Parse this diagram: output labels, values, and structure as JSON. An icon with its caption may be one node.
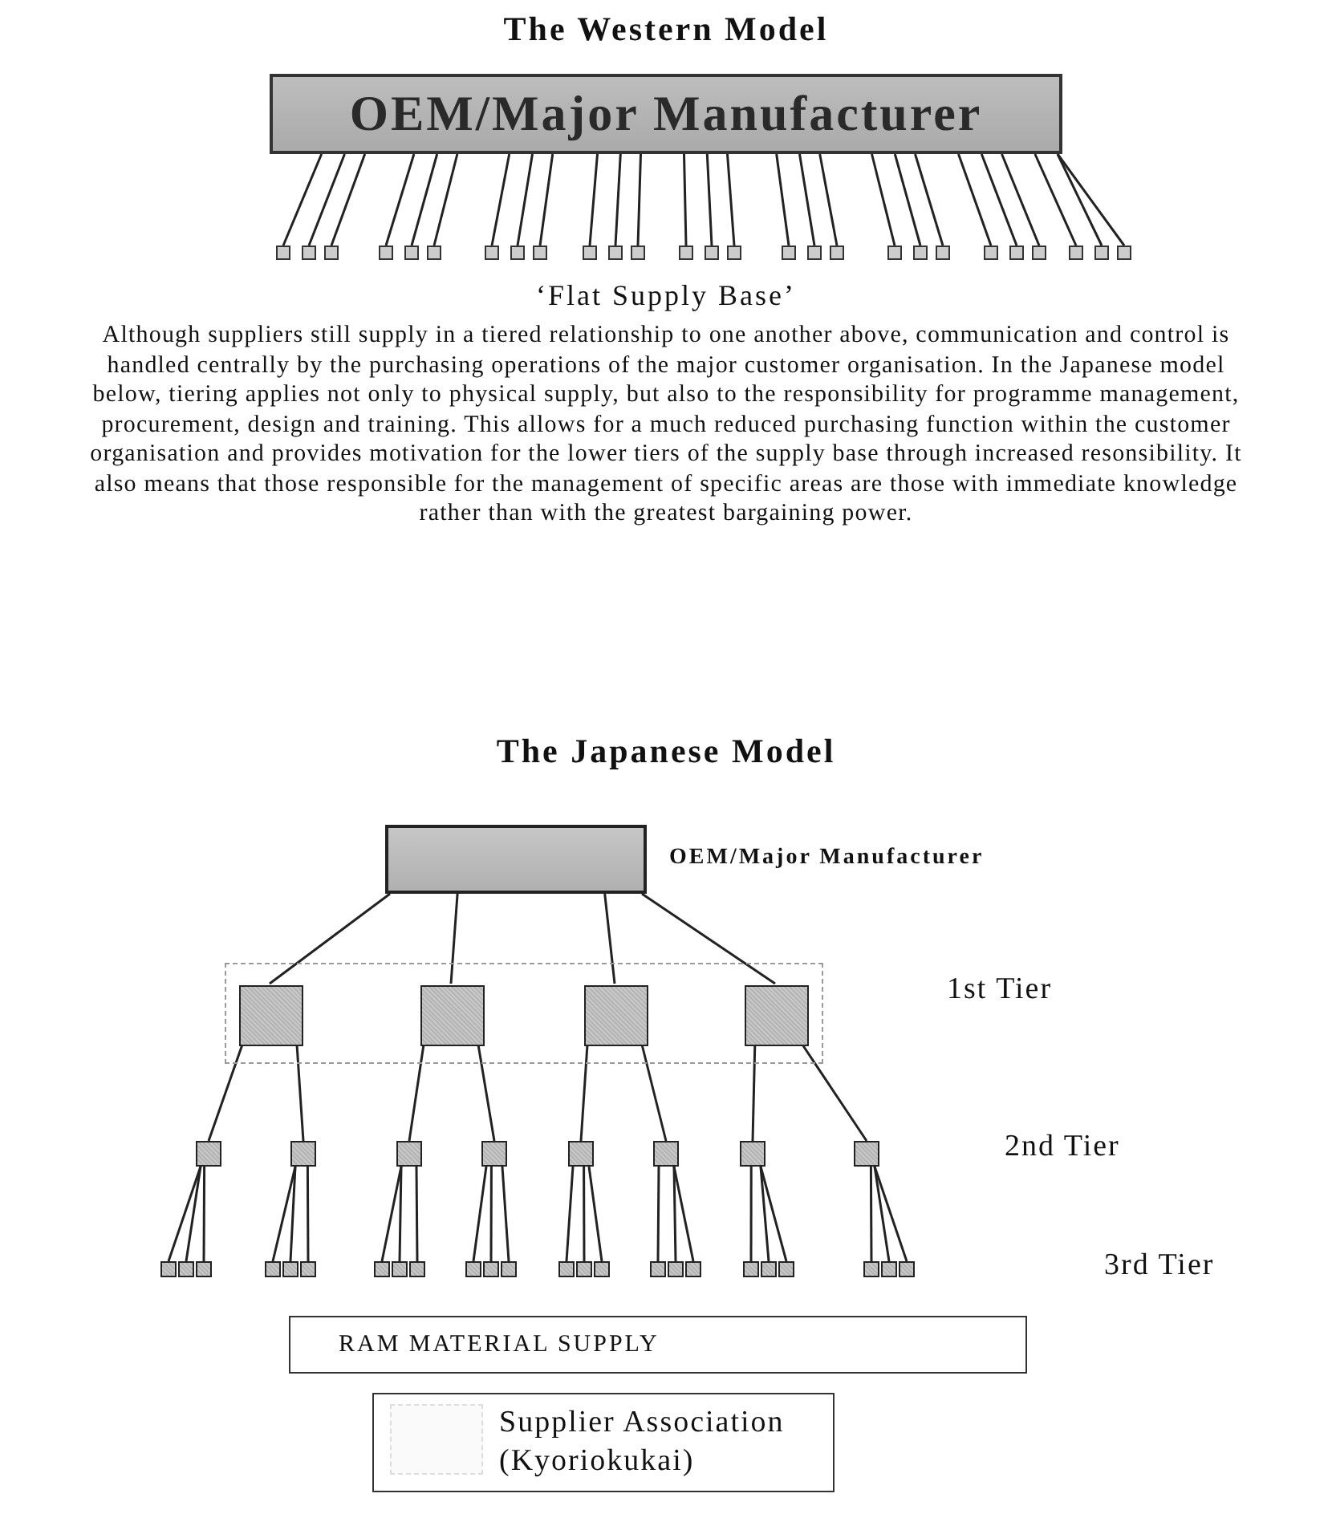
{
  "diagram": {
    "nodes": [
      {
        "text": [
          "OEM/Major Manufacturer"
        ]
      },
      {
        "text": [],
        "shape": "box"
      },
      {
        "text": [],
        "shape": "box"
      },
      {
        "text": [],
        "shape": "box"
      },
      {
        "text": [],
        "shape": "box"
      },
      {
        "text": [],
        "shape": "box"
      },
      {
        "text": [],
        "shape": "box"
      },
      {
        "text": [],
        "shape": "box"
      },
      {
        "text": [],
        "shape": "box"
      },
      {
        "text": [],
        "shape": "box"
      },
      {
        "text": [],
        "shape": "box"
      },
      {
        "text": [],
        "shape": "box"
      },
      {
        "text": [],
        "shape": "box"
      },
      {
        "text": [],
        "shape": "box"
      },
      {
        "text": [],
        "shape": "box"
      },
      {
        "text": [],
        "shape": "box"
      },
      {
        "text": [],
        "shape": "box"
      },
      {
        "text": [],
        "shape": "box"
      },
      {
        "text": [],
        "shape": "box"
      },
      {
        "text": [],
        "shape": "box"
      },
      {
        "text": [],
        "shape": "box"
      },
      {
        "text": [],
        "shape": "box"
      },
      {
        "text": [],
        "shape": "box"
      },
      {
        "text": [],
        "shape": "box"
      },
      {
        "text": [],
        "shape": "box"
      },
      {
        "text": [],
        "shape": "box"
      },
      {
        "text": [],
        "shape": "box"
      },
      {
        "text": [],
        "shape": "box"
      },
      {
        "text": [],
        "shape": "box",
        "beside": [
          "OEM/Major Manufacturer"
        ]
      },
      {
        "text": [],
        "shape": "box"
      },
      {
        "text": [],
        "shape": "box",
        "in": 29
      },
      {
        "text": [],
        "shape": "box",
        "in": 29
      },
      {
        "text": [],
        "shape": "box",
        "in": 29
      },
      {
        "text": [],
        "shape": "box",
        "in": 29
      },
      {
        "text": [],
        "shape": "box"
      },
      {
        "text": [],
        "shape": "box"
      },
      {
        "text": [],
        "shape": "box"
      },
      {
        "text": [],
        "shape": "box"
      },
      {
        "text": [],
        "shape": "box"
      },
      {
        "text": [],
        "shape": "box"
      },
      {
        "text": [],
        "shape": "box"
      },
      {
        "text": [],
        "shape": "box"
      },
      {
        "text": [],
        "shape": "box"
      },
      {
        "text": [],
        "shape": "box"
      },
      {
        "text": [],
        "shape": "box"
      },
      {
        "text": [],
        "shape": "box"
      },
      {
        "text": [],
        "shape": "box"
      },
      {
        "text": [],
        "shape": "box"
      },
      {
        "text": [],
        "shape": "box"
      },
      {
        "text": [],
        "shape": "box"
      },
      {
        "text": [],
        "shape": "box"
      },
      {
        "text": [],
        "shape": "box"
      },
      {
        "text": [],
        "shape": "box"
      },
      {
        "text": [],
        "shape": "box"
      },
      {
        "text": [],
        "shape": "box"
      },
      {
        "text": [],
        "shape": "box"
      },
      {
        "text": [],
        "shape": "box"
      },
      {
        "text": [],
        "shape": "box"
      },
      {
        "text": [],
        "shape": "box"
      },
      {
        "text": [],
        "shape": "box"
      },
      {
        "text": [],
        "shape": "box"
      },
      {
        "text": [],
        "shape": "box"
      },
      {
        "text": [],
        "shape": "box"
      },
      {
        "text": [],
        "shape": "box"
      },
      {
        "text": [],
        "shape": "box"
      },
      {
        "text": [],
        "shape": "box"
      },
      {
        "text": [
          "RAM MATERIAL SUPPLY"
        ]
      }
    ],
    "edges": [
      {
        "from": 0,
        "to": 1,
        "arrow": "none"
      },
      {
        "from": 0,
        "to": 2,
        "arrow": "none"
      },
      {
        "from": 0,
        "to": 3,
        "arrow": "none"
      },
      {
        "from": 0,
        "to": 4,
        "arrow": "none"
      },
      {
        "from": 0,
        "to": 5,
        "arrow": "none"
      },
      {
        "from": 0,
        "to": 6,
        "arrow": "none"
      },
      {
        "from": 0,
        "to": 7,
        "arrow": "none"
      },
      {
        "from": 0,
        "to": 8,
        "arrow": "none"
      },
      {
        "from": 0,
        "to": 9,
        "arrow": "none"
      },
      {
        "from": 0,
        "to": 10,
        "arrow": "none"
      },
      {
        "from": 0,
        "to": 11,
        "arrow": "none"
      },
      {
        "from": 0,
        "to": 12,
        "arrow": "none"
      },
      {
        "from": 0,
        "to": 13,
        "arrow": "none"
      },
      {
        "from": 0,
        "to": 14,
        "arrow": "none"
      },
      {
        "from": 0,
        "to": 15,
        "arrow": "none"
      },
      {
        "from": 0,
        "to": 16,
        "arrow": "none"
      },
      {
        "from": 0,
        "to": 17,
        "arrow": "none"
      },
      {
        "from": 0,
        "to": 18,
        "arrow": "none"
      },
      {
        "from": 0,
        "to": 19,
        "arrow": "none"
      },
      {
        "from": 0,
        "to": 20,
        "arrow": "none"
      },
      {
        "from": 0,
        "to": 21,
        "arrow": "none"
      },
      {
        "from": 0,
        "to": 22,
        "arrow": "none"
      },
      {
        "from": 0,
        "to": 23,
        "arrow": "none"
      },
      {
        "from": 0,
        "to": 24,
        "arrow": "none"
      },
      {
        "from": 0,
        "to": 25,
        "arrow": "none"
      },
      {
        "from": 0,
        "to": 26,
        "arrow": "none"
      },
      {
        "from": 0,
        "to": 27,
        "arrow": "none"
      },
      {
        "from": 28,
        "to": 30,
        "arrow": "none"
      },
      {
        "from": 28,
        "to": 31,
        "arrow": "none"
      },
      {
        "from": 28,
        "to": 32,
        "arrow": "none"
      },
      {
        "from": 28,
        "to": 33,
        "arrow": "none"
      },
      {
        "from": 30,
        "to": 34,
        "arrow": "none"
      },
      {
        "from": 30,
        "to": 35,
        "arrow": "none"
      },
      {
        "from": 31,
        "to": 36,
        "arrow": "none"
      },
      {
        "from": 31,
        "to": 37,
        "arrow": "none"
      },
      {
        "from": 32,
        "to": 38,
        "arrow": "none"
      },
      {
        "from": 32,
        "to": 39,
        "arrow": "none"
      },
      {
        "from": 33,
        "to": 40,
        "arrow": "none"
      },
      {
        "from": 33,
        "to": 41,
        "arrow": "none"
      },
      {
        "from": 34,
        "to": 42,
        "arrow": "none"
      },
      {
        "from": 34,
        "to": 43,
        "arrow": "none"
      },
      {
        "from": 34,
        "to": 44,
        "arrow": "none"
      },
      {
        "from": 35,
        "to": 45,
        "arrow": "none"
      },
      {
        "from": 35,
        "to": 46,
        "arrow": "none"
      },
      {
        "from": 35,
        "to": 47,
        "arrow": "none"
      },
      {
        "from": 36,
        "to": 48,
        "arrow": "none"
      },
      {
        "from": 36,
        "to": 49,
        "arrow": "none"
      },
      {
        "from": 36,
        "to": 50,
        "arrow": "none"
      },
      {
        "from": 37,
        "to": 51,
        "arrow": "none"
      },
      {
        "from": 37,
        "to": 52,
        "arrow": "none"
      },
      {
        "from": 37,
        "to": 53,
        "arrow": "none"
      },
      {
        "from": 38,
        "to": 54,
        "arrow": "none"
      },
      {
        "from": 38,
        "to": 55,
        "arrow": "none"
      },
      {
        "from": 38,
        "to": 56,
        "arrow": "none"
      },
      {
        "from": 39,
        "to": 57,
        "arrow": "none"
      },
      {
        "from": 39,
        "to": 58,
        "arrow": "none"
      },
      {
        "from": 39,
        "to": 59,
        "arrow": "none"
      },
      {
        "from": 40,
        "to": 60,
        "arrow": "none"
      },
      {
        "from": 40,
        "to": 61,
        "arrow": "none"
      },
      {
        "from": 40,
        "to": 62,
        "arrow": "none"
      },
      {
        "from": 41,
        "to": 63,
        "arrow": "none"
      },
      {
        "from": 41,
        "to": 64,
        "arrow": "none"
      },
      {
        "from": 41,
        "to": 65,
        "arrow": "none"
      }
    ],
    "labels": [
      "The Western Model",
      "‘Flat Supply Base’",
      "Although suppliers still supply in a tiered relationship to one another above, communication and control is handled centrally by the purchasing operations of the major customer organisation. In the Japanese model below, tiering applies not only to physical supply, but also to the responsibility for programme management, procurement, design and training. This allows for a much reduced purchasing function within the customer organisation and provides motivation for the lower tiers of the supply base through increased resonsibility. It also means that those responsible for the management of specific areas are those with immediate knowledge rather than with the greatest bargaining power.",
      "The Japanese Model",
      "1st Tier",
      "2nd Tier",
      "3rd Tier"
    ],
    "legend": [
      {
        "text": "Supplier Association (Kyoriokukai)"
      }
    ]
  }
}
